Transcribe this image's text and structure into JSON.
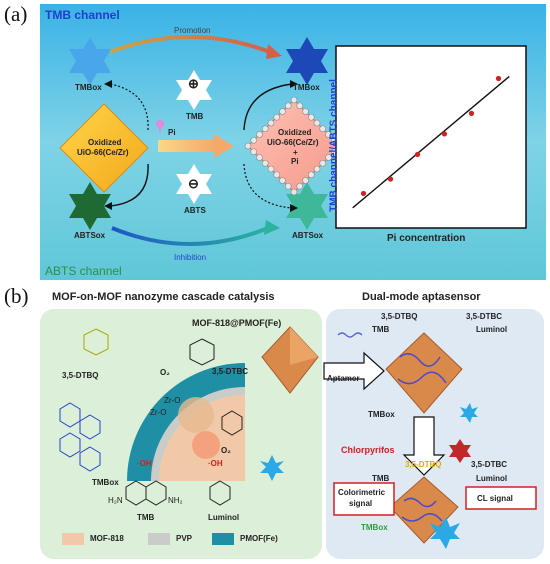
{
  "panel_a": {
    "tag": "(a)",
    "tmb_channel": "TMB channel",
    "abts_channel": "ABTS channel",
    "promotion": "Promotion",
    "inhibition": "Inhibition",
    "tmbox_left": "TMBox",
    "tmbox_right": "TMBox",
    "abtsox_left": "ABTSox",
    "abtsox_right": "ABTSox",
    "tmb": "TMB",
    "abts": "ABTS",
    "pi": "Pi",
    "plus_sign": "⊕",
    "minus_sign": "⊖",
    "mof_left_lines": [
      "Oxidized",
      "UiO-66(Ce/Zr)"
    ],
    "mof_right_lines": [
      "Oxidized",
      "UiO-66(Ce/Zr)",
      "+",
      "Pi"
    ],
    "chart": {
      "ylabel": "TMB channel/ABTS channel",
      "xlabel": "Pi concentration"
    }
  },
  "chart_data": {
    "type": "scatter",
    "title": "",
    "xlabel": "Pi concentration",
    "ylabel": "TMB channel/ABTS channel",
    "points": [
      [
        1,
        1.0
      ],
      [
        2,
        1.7
      ],
      [
        3,
        2.9
      ],
      [
        4,
        3.9
      ],
      [
        5,
        4.9
      ],
      [
        6,
        6.6
      ]
    ],
    "fit": "linear",
    "grid": false
  },
  "panel_b": {
    "tag": "(b)",
    "left_title": "MOF-on-MOF nanozyme cascade catalysis",
    "right_title": "Dual-mode aptasensor",
    "mof818_pmof": "MOF-818@PMOF(Fe)",
    "dtbq": "3,5-DTBQ",
    "dtbc": "3,5-DTBC",
    "o2": "O₂",
    "zr_o": "Zr-O",
    "oh": "·OH",
    "tmbox": "TMBox",
    "tmb": "TMB",
    "luminol": "Luminol",
    "aptamer": "Aptamer",
    "chlorpyrifos": "Chlorpyrifos",
    "right_tmb": "TMB",
    "right_dtbq": "3,5-DTBQ",
    "right_dtbc": "3,5-DTBC",
    "right_luminol": "Luminol",
    "right_tmbox": "TMBox",
    "colorimetric_lines": [
      "Colorimetric",
      "signal"
    ],
    "cl_signal": "CL signal",
    "bottom_dtbq": "3,5-DTBQ",
    "bottom_dtbc": "3,5-DTBC",
    "bottom_tmb": "TMB",
    "bottom_luminol": "Luminol",
    "bottom_tmbox": "TMBox",
    "nh2": "NH₂",
    "h2n": "H₂N",
    "legend": [
      {
        "label": "MOF-818",
        "color": "#f2c9a8"
      },
      {
        "label": "PVP",
        "color": "#c9ccc9"
      },
      {
        "label": "PMOF(Fe)",
        "color": "#1f8fa6"
      }
    ]
  },
  "colors": {
    "panel_a_bg": "#5ec6e8",
    "panel_b_left_bg": "#dcefd8",
    "panel_b_right_bg": "#dfe9f4",
    "tmb_title": "#1f3fd0",
    "abts_title": "#2d8f3f",
    "accent_red": "#d32020"
  }
}
